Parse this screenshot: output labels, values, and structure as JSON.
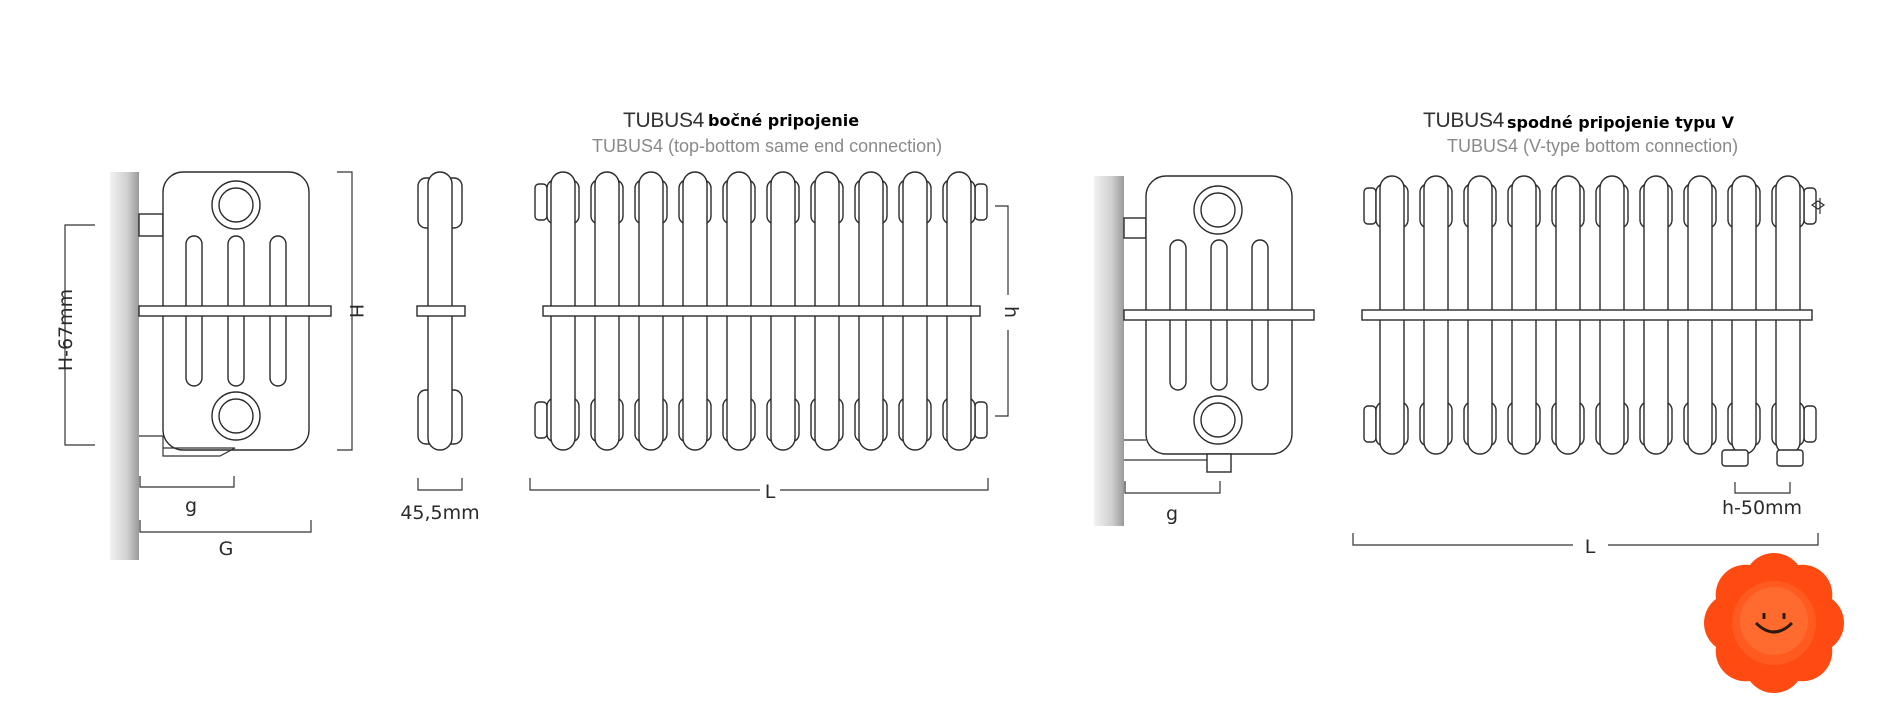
{
  "left_diagram": {
    "title_main": "TUBUS4",
    "title_bold": "bočné pripojenie",
    "subtitle": "TUBUS4 (top-bottom same end connection)",
    "labels": {
      "side_height": "H-67mm",
      "height": "H",
      "g": "g",
      "G": "G",
      "depth": "45,5mm",
      "length": "L",
      "h": "h"
    }
  },
  "right_diagram": {
    "title_main": "TUBUS4",
    "title_bold": "spodné pripojenie typu V",
    "subtitle": "TUBUS4 (V-type bottom connection)",
    "labels": {
      "g": "g",
      "h50": "h-50mm",
      "length": "L"
    }
  },
  "colors": {
    "flower": "#ff4a12",
    "flower_center": "#ff5a1f",
    "wall_dark": "#9a9a9a",
    "wall_light": "#e6e6e6"
  },
  "icons": {
    "logo": "flower-smiley-icon"
  }
}
